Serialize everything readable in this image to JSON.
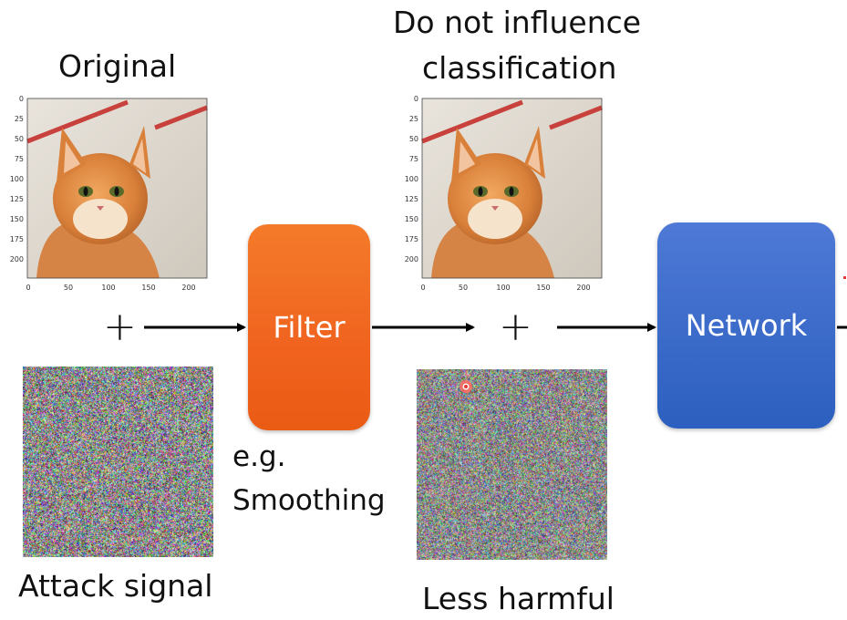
{
  "labels": {
    "original": "Original",
    "no_influence_line1": "Do not influence",
    "no_influence_line2": "classification",
    "filter": "Filter",
    "network": "Network",
    "eg": "e.g.",
    "smoothing": "Smoothing",
    "attack_signal": "Attack signal",
    "less_harmful": "Less harmful",
    "plus": "+"
  },
  "axes": {
    "y_ticks": [
      "0",
      "25",
      "50",
      "75",
      "100",
      "125",
      "150",
      "175",
      "200"
    ],
    "x_ticks": [
      "0",
      "50",
      "100",
      "150",
      "200"
    ]
  },
  "colors": {
    "filter": "#f0631f",
    "network": "#2f62c4",
    "arrow": "#000000",
    "marker": "#e53935"
  }
}
